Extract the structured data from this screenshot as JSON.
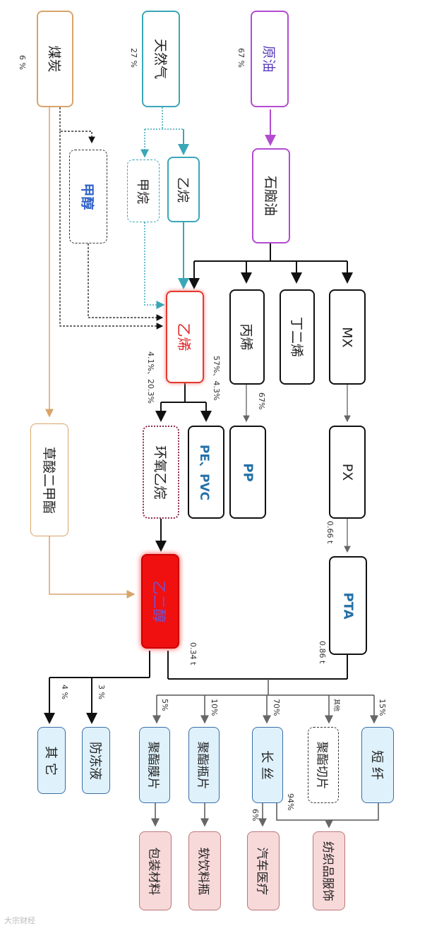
{
  "nodes": {
    "crude": "原油",
    "gas": "天然气",
    "coal": "煤炭",
    "naphtha": "石脑油",
    "ethane": "乙烷",
    "methane": "甲烷",
    "methanol": "甲醇",
    "mx": "MX",
    "butadiene": "丁二烯",
    "propylene": "丙烯",
    "ethylene": "乙烯",
    "px": "PX",
    "pp": "PP",
    "pe_pvc": "PE、PVC",
    "eo": "环氧乙烷",
    "dmo": "草酸二甲酯",
    "pta": "PTA",
    "meg": "乙二醇",
    "staple": "短 纤",
    "chips": "聚酯切片",
    "filament": "长 丝",
    "bottle": "聚酯瓶片",
    "film": "聚酯膜片",
    "antifreeze": "防冻液",
    "other": "其 它",
    "textile": "纺织品服饰",
    "auto": "汽车医疗",
    "drinks": "软饮料瓶",
    "packaging": "包装材料"
  },
  "labels": {
    "crude_pct": "67 %",
    "gas_pct": "27 %",
    "coal_pct": "6 %",
    "eth_left": "4.1%、20.3%",
    "eth_right": "57%、4.3%",
    "prop_pct": "67%",
    "px_ratio": "0.66 t",
    "pta_ratio": "0.86 t",
    "meg_ratio": "0.34 t",
    "staple_pct": "15%",
    "chips_pct": "其他",
    "filament_pct": "70%",
    "bottle_pct": "10%",
    "film_pct": "5%",
    "antifreeze_pct": "3 %",
    "other_pct": "4 %",
    "auto_pct": "6%",
    "textile_pct": "94%"
  },
  "watermark": "大宗财经"
}
